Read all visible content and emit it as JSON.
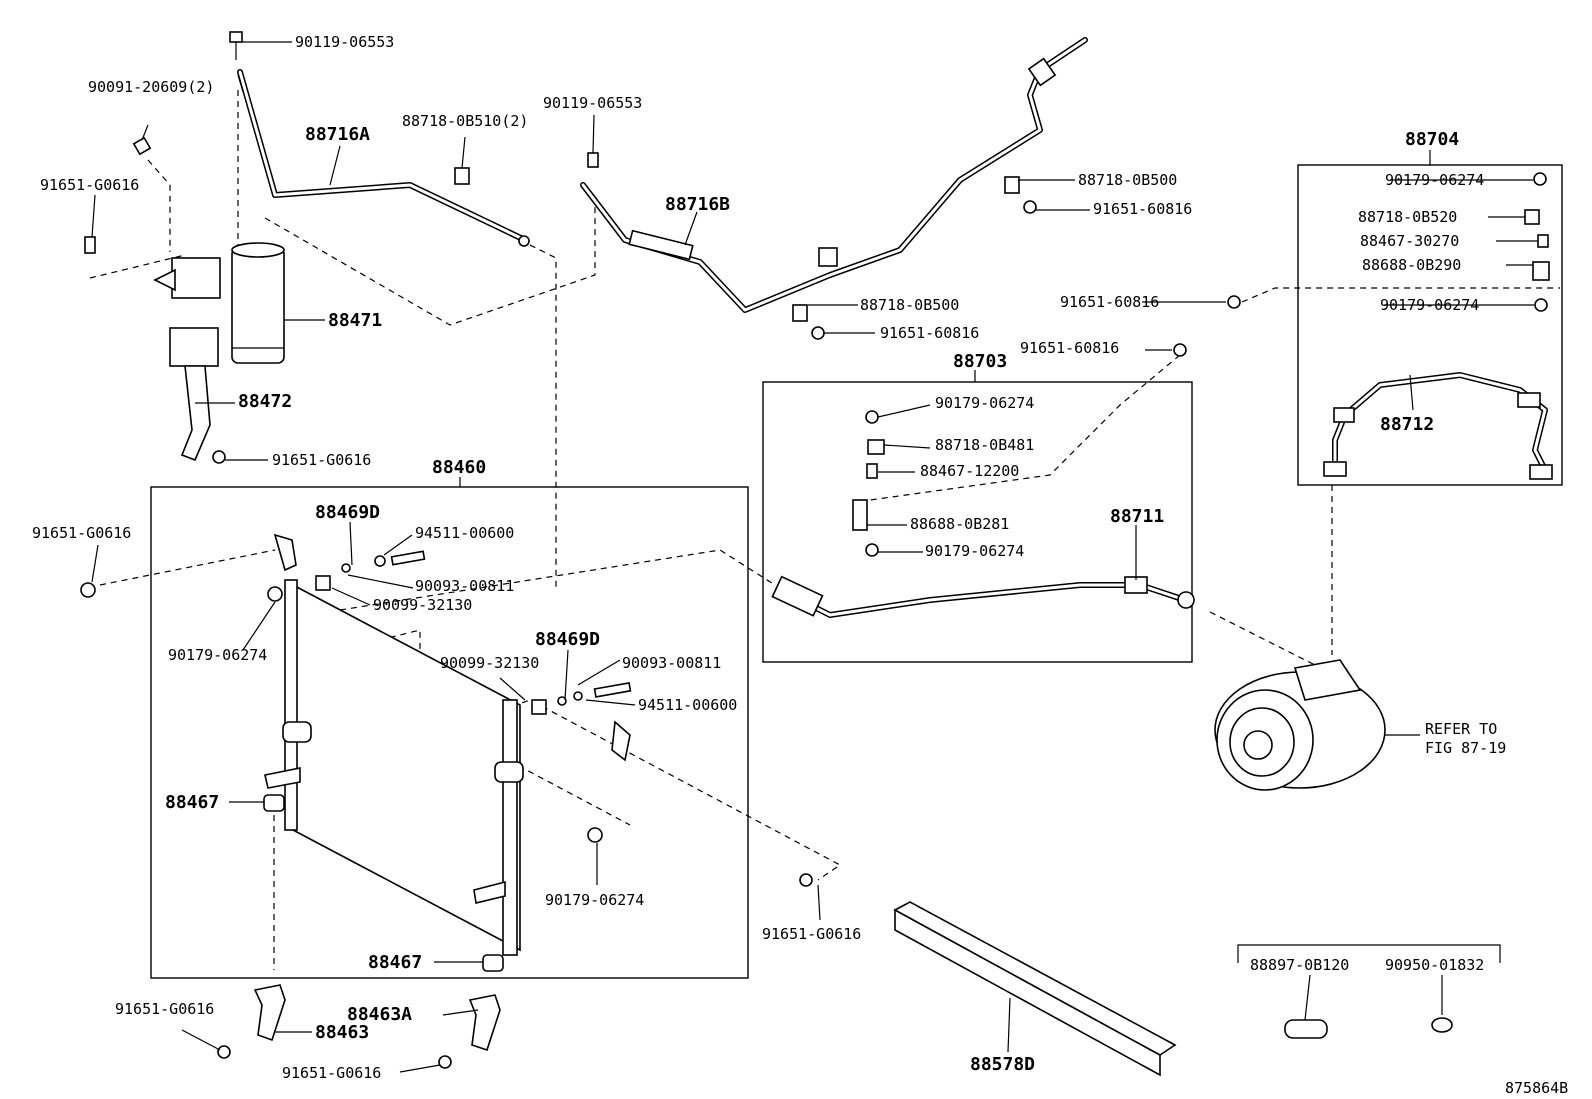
{
  "labels": {
    "p90119_06553_a": "90119-06553",
    "p90091_20609": "90091-20609(2)",
    "p91651_g0616_a": "91651-G0616",
    "p88716a": "88716A",
    "p88718_0b510": "88718-0B510(2)",
    "p90119_06553_b": "90119-06553",
    "p88716b": "88716B",
    "p88718_0b500_a": "88718-0B500",
    "p91651_60816_a": "91651-60816",
    "p88704": "88704",
    "p90179_06274_a": "90179-06274",
    "p88718_0b520": "88718-0B520",
    "p88467_30270": "88467-30270",
    "p88688_0b290": "88688-0B290",
    "p90179_06274_b": "90179-06274",
    "p91651_60816_b": "91651-60816",
    "p88471": "88471",
    "p88718_0b500_b": "88718-0B500",
    "p91651_60816_c": "91651-60816",
    "p91651_60816_d": "91651-60816",
    "p88703": "88703",
    "p90179_06274_c": "90179-06274",
    "p88718_0b481": "88718-0B481",
    "p88467_12200": "88467-12200",
    "p88688_0b281": "88688-0B281",
    "p90179_06274_d": "90179-06274",
    "p88711": "88711",
    "p88472": "88472",
    "p91651_g0616_b": "91651-G0616",
    "p88712": "88712",
    "p88460": "88460",
    "p88469d_a": "88469D",
    "p94511_00600_a": "94511-00600",
    "p91651_g0616_c": "91651-G0616",
    "p90093_00811_a": "90093-00811",
    "p90099_32130_a": "90099-32130",
    "p90179_06274_e": "90179-06274",
    "p88469d_b": "88469D",
    "p90099_32130_b": "90099-32130",
    "p90093_00811_b": "90093-00811",
    "p94511_00600_b": "94511-00600",
    "refer_line1": "REFER TO",
    "refer_line2": "FIG 87-19",
    "p88467_a": "88467",
    "p90179_06274_f": "90179-06274",
    "p91651_g0616_d": "91651-G0616",
    "p88467_b": "88467",
    "p88897_0b120": "88897-0B120",
    "p90950_01832": "90950-01832",
    "p91651_g0616_e": "91651-G0616",
    "p88463": "88463",
    "p88463a": "88463A",
    "p91651_g0616_f": "91651-G0616",
    "p88578d": "88578D",
    "fig_id": "875864B"
  }
}
